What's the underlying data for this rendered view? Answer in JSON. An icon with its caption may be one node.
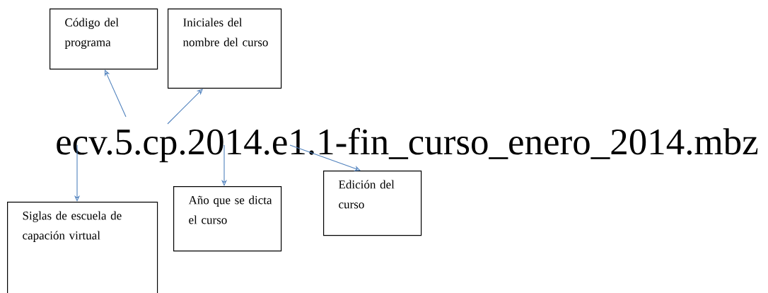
{
  "diagram": {
    "nodes": [
      {
        "text": [
          "Código del programa"
        ]
      },
      {
        "text": [
          "Iniciales del nombre del curso"
        ]
      },
      {
        "text": [
          "ecv.5.cp.2014.e1.1-fin_curso_enero_2014.mbz"
        ]
      },
      {
        "text": [
          "Siglas de escuela de capación virtual"
        ]
      },
      {
        "text": [
          "Año que se dicta el curso"
        ]
      },
      {
        "text": [
          "Edición del curso"
        ]
      }
    ],
    "edges": [
      {
        "from": 2,
        "to": 0,
        "arrow": "to"
      },
      {
        "from": 2,
        "to": 1,
        "arrow": "to"
      },
      {
        "from": 2,
        "to": 3,
        "arrow": "to"
      },
      {
        "from": 2,
        "to": 4,
        "arrow": "to"
      },
      {
        "from": 2,
        "to": 5,
        "arrow": "to"
      }
    ]
  }
}
